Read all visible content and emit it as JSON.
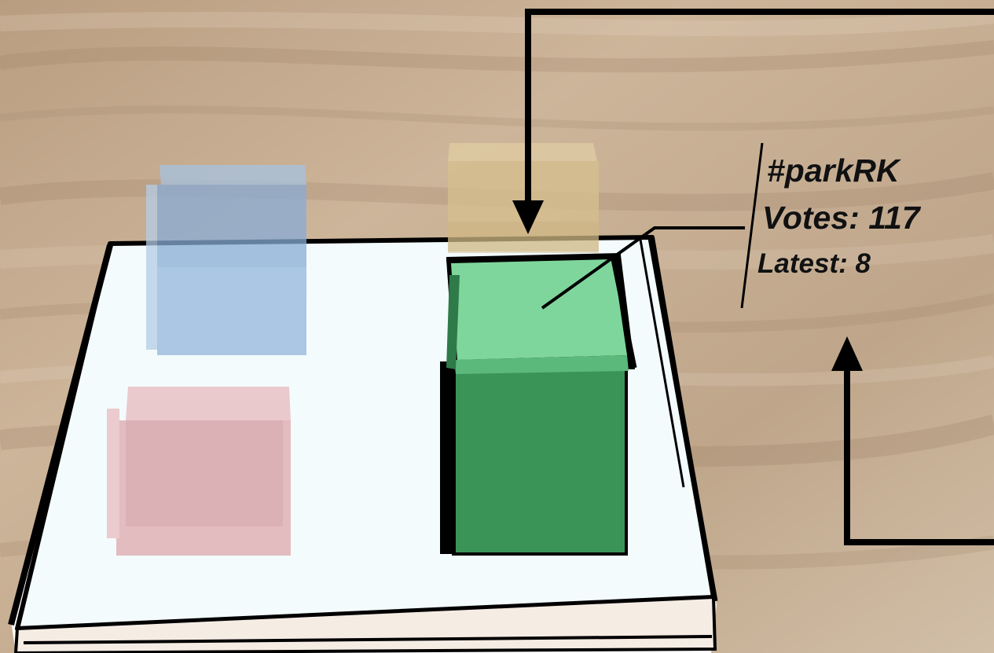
{
  "scene": {
    "description_kind": "augmented-reality-overlay",
    "boxes": [
      {
        "name": "blue-box",
        "color": "#7fa6d1",
        "highlighted": false
      },
      {
        "name": "yellow-box",
        "color": "#d6c08e",
        "highlighted": false
      },
      {
        "name": "red-box",
        "color": "#d99a9f",
        "highlighted": false
      },
      {
        "name": "green-box",
        "color": "#3a9458",
        "top_color": "#7fd69c",
        "highlighted": true
      }
    ],
    "colors": {
      "platform": "#f3fbfd",
      "outline": "#000000",
      "wood_light": "#cdb497",
      "wood_dark": "#8d7358"
    }
  },
  "label": {
    "hashtag": "#parkRK",
    "votes_label": "Votes:",
    "votes_value": "117",
    "latest_label": "Latest:",
    "latest_value": "8"
  }
}
